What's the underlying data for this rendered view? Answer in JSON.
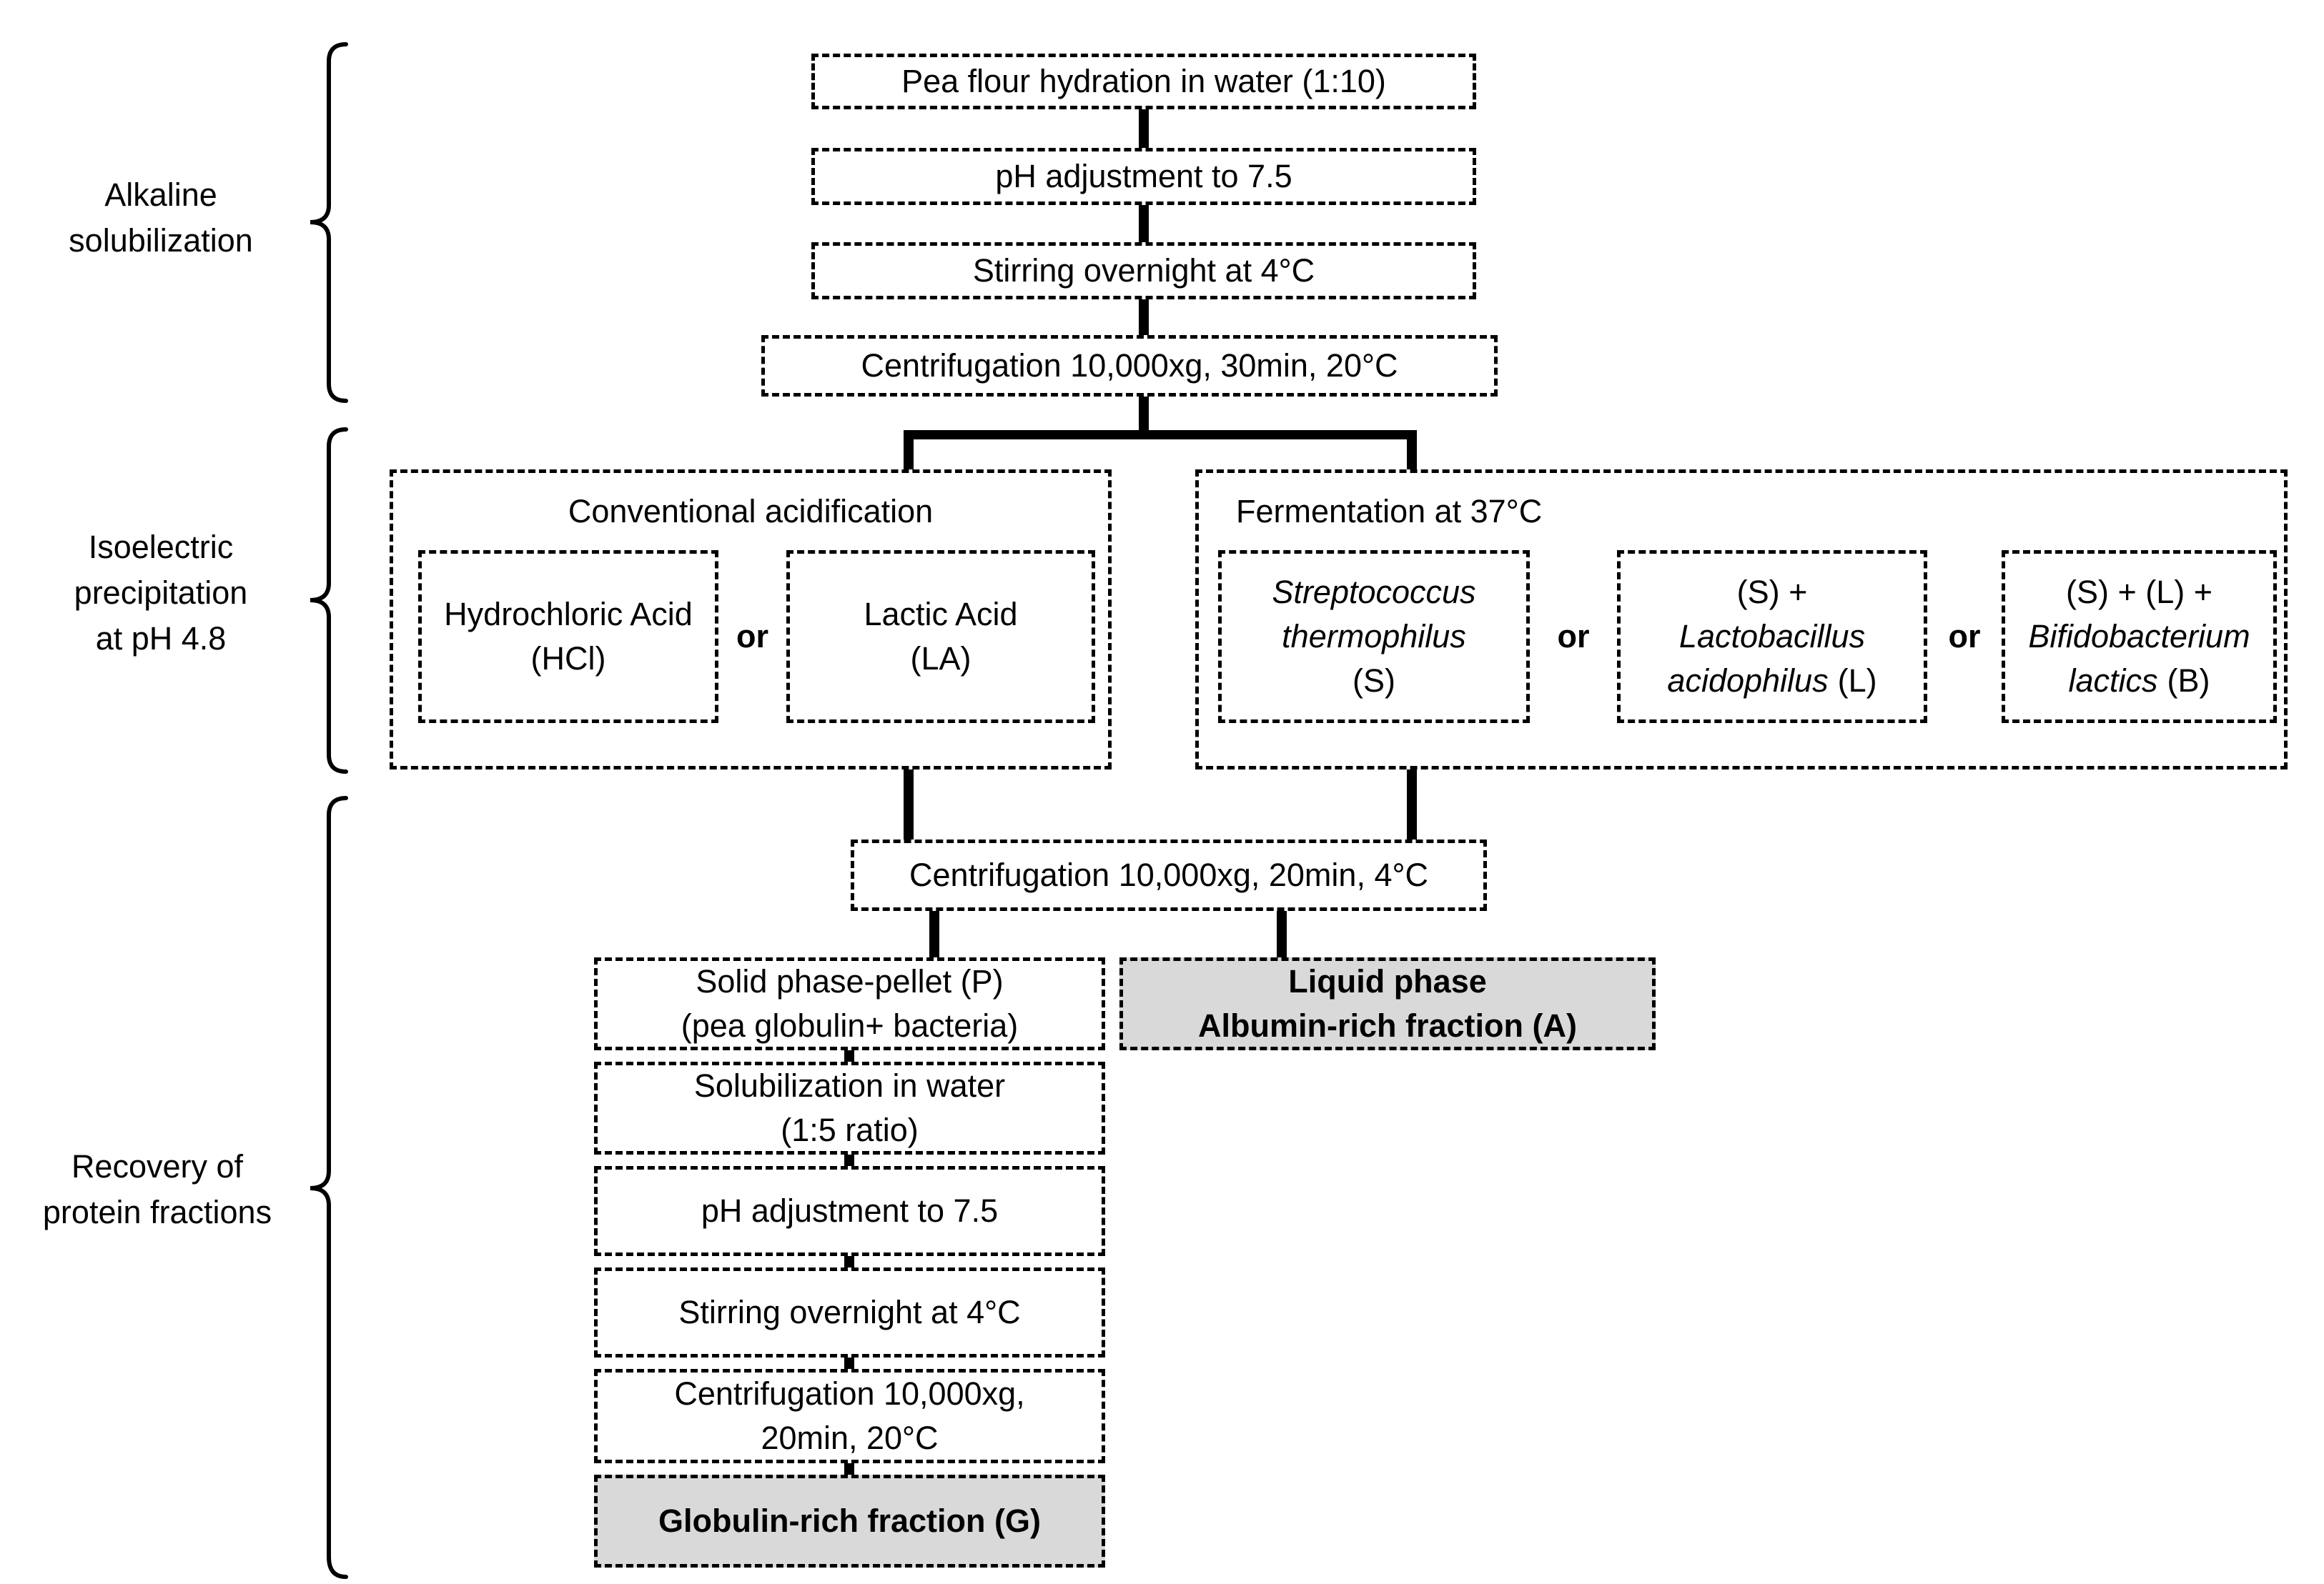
{
  "colors": {
    "background": "#ffffff",
    "box_border": "#000000",
    "result_fill": "#d9d9d9",
    "connector": "#000000",
    "text": "#000000"
  },
  "side_labels": [
    {
      "lines": [
        "Alkaline",
        "solubilization"
      ]
    },
    {
      "lines": [
        "Isoelectric",
        "precipitation",
        "at pH 4.8"
      ]
    },
    {
      "lines": [
        "Recovery of",
        "protein fractions"
      ]
    }
  ],
  "top_chain": {
    "step1": "Pea flour hydration in water (1:10)",
    "step2": "pH adjustment to 7.5",
    "step3": "Stirring overnight at 4°C",
    "step4": "Centrifugation 10,000xg, 30min, 20°C"
  },
  "acidification": {
    "title": "Conventional acidification",
    "option_hcl": {
      "line1": "Hydrochloric Acid",
      "line2": "(HCl)"
    },
    "or_label": "or",
    "option_la": {
      "line1": "Lactic Acid",
      "line2": "(LA)"
    }
  },
  "fermentation": {
    "title": "Fermentation at 37°C",
    "option_s": {
      "line1": "Streptococcus",
      "line2": "thermophilus",
      "line3": "(S)"
    },
    "or1": "or",
    "option_sl": {
      "line1": "(S) +",
      "line2": "Lactobacillus",
      "line3_italic": "acidophilus",
      "line3_plain": "(L)"
    },
    "or2": "or",
    "option_slb": {
      "line1": "(S) + (L) +",
      "line2": "Bifidobacterium",
      "line3_italic": "lactics",
      "line3_plain": "(B)"
    }
  },
  "merge": {
    "centrifugation": "Centrifugation 10,000xg, 20min, 4°C"
  },
  "solid_branch": {
    "pellet": {
      "line1": "Solid phase-pellet (P)",
      "line2": "(pea globulin+ bacteria)"
    },
    "solubilization": {
      "line1": "Solubilization in water",
      "line2": "(1:5 ratio)"
    },
    "ph_adjustment": "pH adjustment to 7.5",
    "stirring": "Stirring overnight at 4°C",
    "centrifugation": {
      "line1": "Centrifugation 10,000xg,",
      "line2": "20min, 20°C"
    },
    "result": "Globulin-rich fraction (G)"
  },
  "liquid_branch": {
    "result": {
      "line1": "Liquid phase",
      "line2": "Albumin-rich fraction (A)"
    }
  }
}
